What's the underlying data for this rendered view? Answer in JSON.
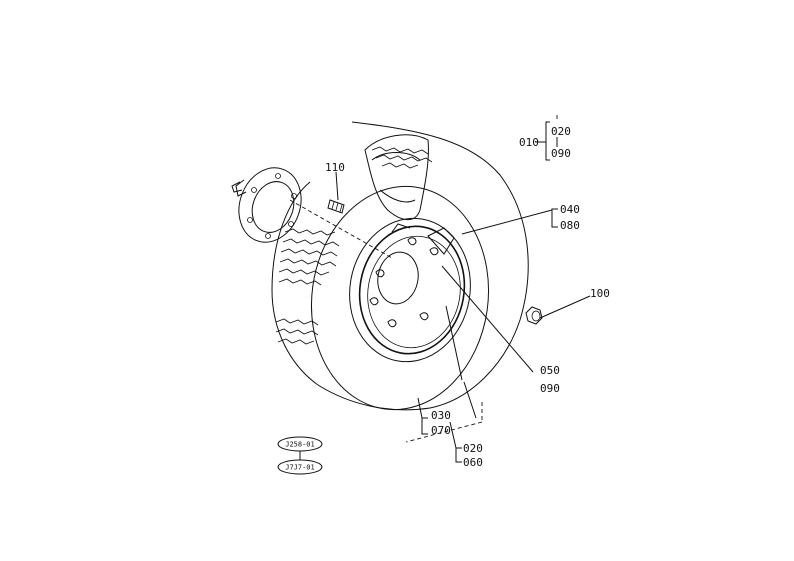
{
  "callouts": {
    "c010": "010",
    "c020a": "020",
    "c090a": "090",
    "c040": "040",
    "c080": "080",
    "c100": "100",
    "c110": "110",
    "c050": "050",
    "c090b": "090",
    "c030": "030",
    "c070": "070",
    "c020b": "020",
    "c060": "060"
  },
  "badges": {
    "top": "J258-01",
    "bottom": "J7J7-01"
  }
}
